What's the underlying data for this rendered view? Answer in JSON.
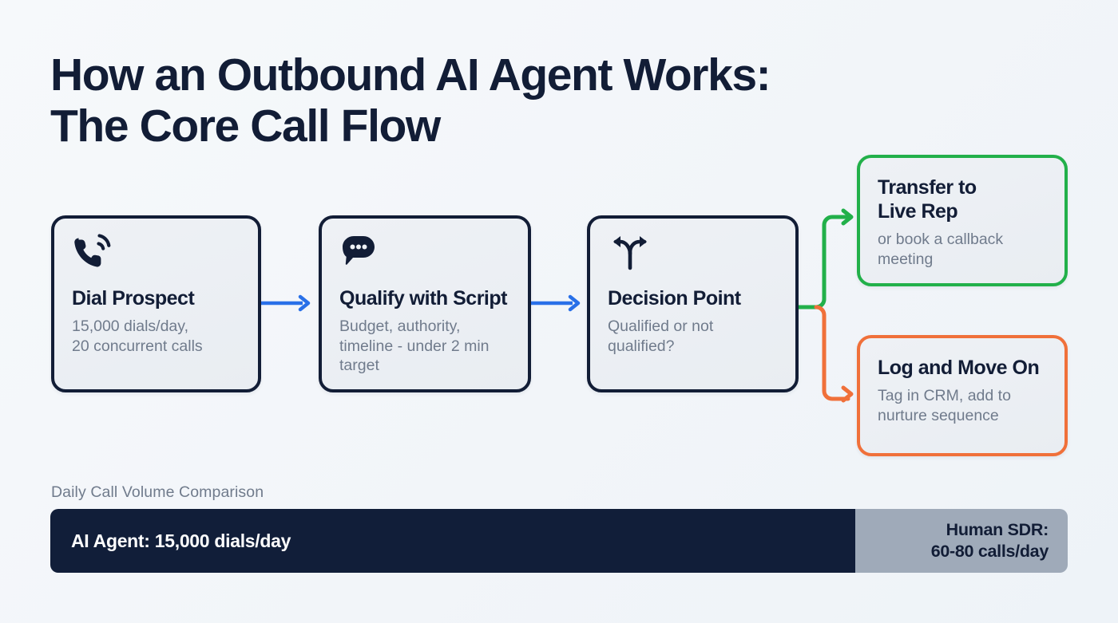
{
  "page": {
    "title": "How an Outbound AI Agent Works:\nThe Core Call Flow",
    "background_color": "#f4f7fa"
  },
  "colors": {
    "navy": "#121d36",
    "blue_arrow": "#2970e8",
    "green": "#22b04a",
    "orange": "#f0703a",
    "muted_text": "#707b8c",
    "bar_dark": "#111e39",
    "bar_gray": "#9faab9"
  },
  "flow": {
    "steps": [
      {
        "id": "dial",
        "icon": "phone-call-icon",
        "title": "Dial Prospect",
        "desc": "15,000 dials/day,\n20 concurrent calls"
      },
      {
        "id": "qualify",
        "icon": "speech-bubble-dots-icon",
        "title": "Qualify with Script",
        "desc": "Budget, authority,\ntimeline - under 2 min\ntarget"
      },
      {
        "id": "decision",
        "icon": "fork-branch-icon",
        "title": "Decision Point",
        "desc": "Qualified or not\nqualified?"
      }
    ],
    "outcomes": [
      {
        "id": "transfer",
        "title": "Transfer to\nLive Rep",
        "desc": "or book a callback\nmeeting",
        "accent": "#22b04a"
      },
      {
        "id": "log",
        "title": "Log and Move On",
        "desc": "Tag in CRM, add to\nnurture sequence",
        "accent": "#f0703a"
      }
    ]
  },
  "comparison": {
    "caption": "Daily Call Volume Comparison",
    "segments": [
      {
        "id": "ai",
        "label": "AI Agent: 15,000 dials/day",
        "value": 15000,
        "unit": "dials/day",
        "share_pct": 79
      },
      {
        "id": "human",
        "label": "Human SDR:\n60-80 calls/day",
        "value": "60-80",
        "unit": "calls/day",
        "share_pct": 21
      }
    ]
  }
}
